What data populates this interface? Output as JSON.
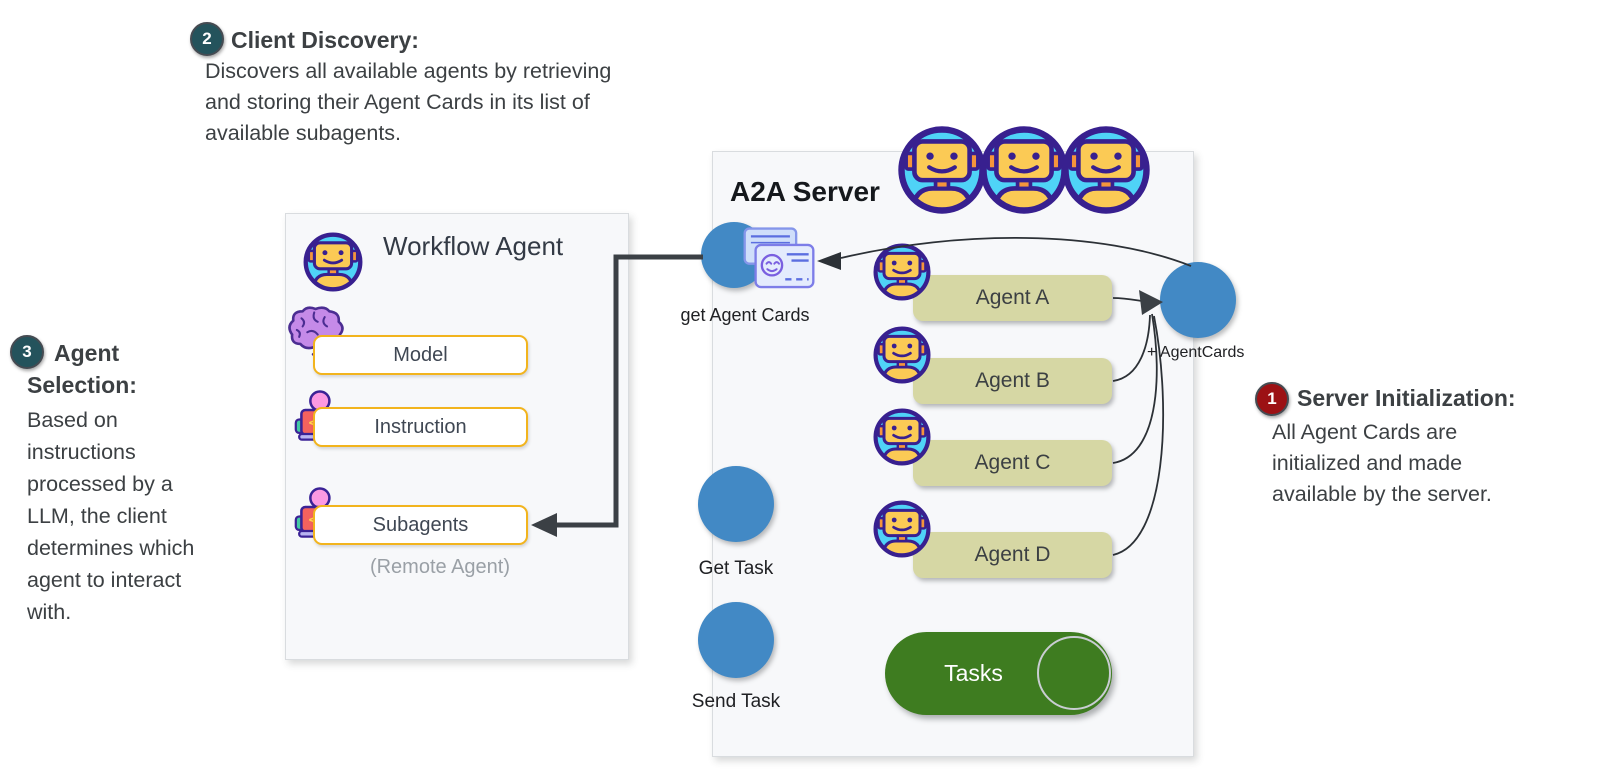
{
  "annotations": {
    "client_discovery": {
      "badge": "2",
      "title": "Client Discovery:",
      "body_lines": [
        "Discovers all available agents by retrieving",
        "and storing their Agent Cards in its list of",
        "available subagents."
      ]
    },
    "agent_selection": {
      "badge": "3",
      "title_line1": "Agent",
      "title_line2": "Selection:",
      "body_lines": [
        "Based on",
        "instructions",
        "processed by a",
        "LLM, the client",
        "determines which",
        "agent to interact",
        "with."
      ]
    },
    "server_initialization": {
      "badge": "1",
      "title": "Server Initialization:",
      "body_lines": [
        "All Agent Cards are",
        "initialized and made",
        "available by the server."
      ]
    }
  },
  "workflow_agent": {
    "title": "Workflow Agent",
    "components": [
      "Model",
      "Instruction",
      "Subagents"
    ],
    "note": "(Remote Agent)"
  },
  "a2a_server": {
    "title": "A2A Server",
    "agents": [
      "Agent A",
      "Agent B",
      "Agent C",
      "Agent D"
    ],
    "get_agent_cards_label": "get Agent Cards",
    "get_task_label": "Get Task",
    "send_task_label": "Send Task",
    "agent_cards_out_label": "+ AgentCards",
    "tasks_label": "Tasks"
  },
  "icons": {
    "robot": "robot-avatar",
    "brain": "brain",
    "coder": "person-coding-laptop",
    "cards": "agent-id-cards"
  },
  "colors": {
    "accent_blue": "#4289c5",
    "agent_box_khaki": "#d6d7a4",
    "tasks_green": "#3e7c20",
    "gold_border": "#f2b41d",
    "badge_teal": "#24535c",
    "badge_red": "#9c1114",
    "panel_bg": "#f7f8fa",
    "text": "#3c4043"
  }
}
